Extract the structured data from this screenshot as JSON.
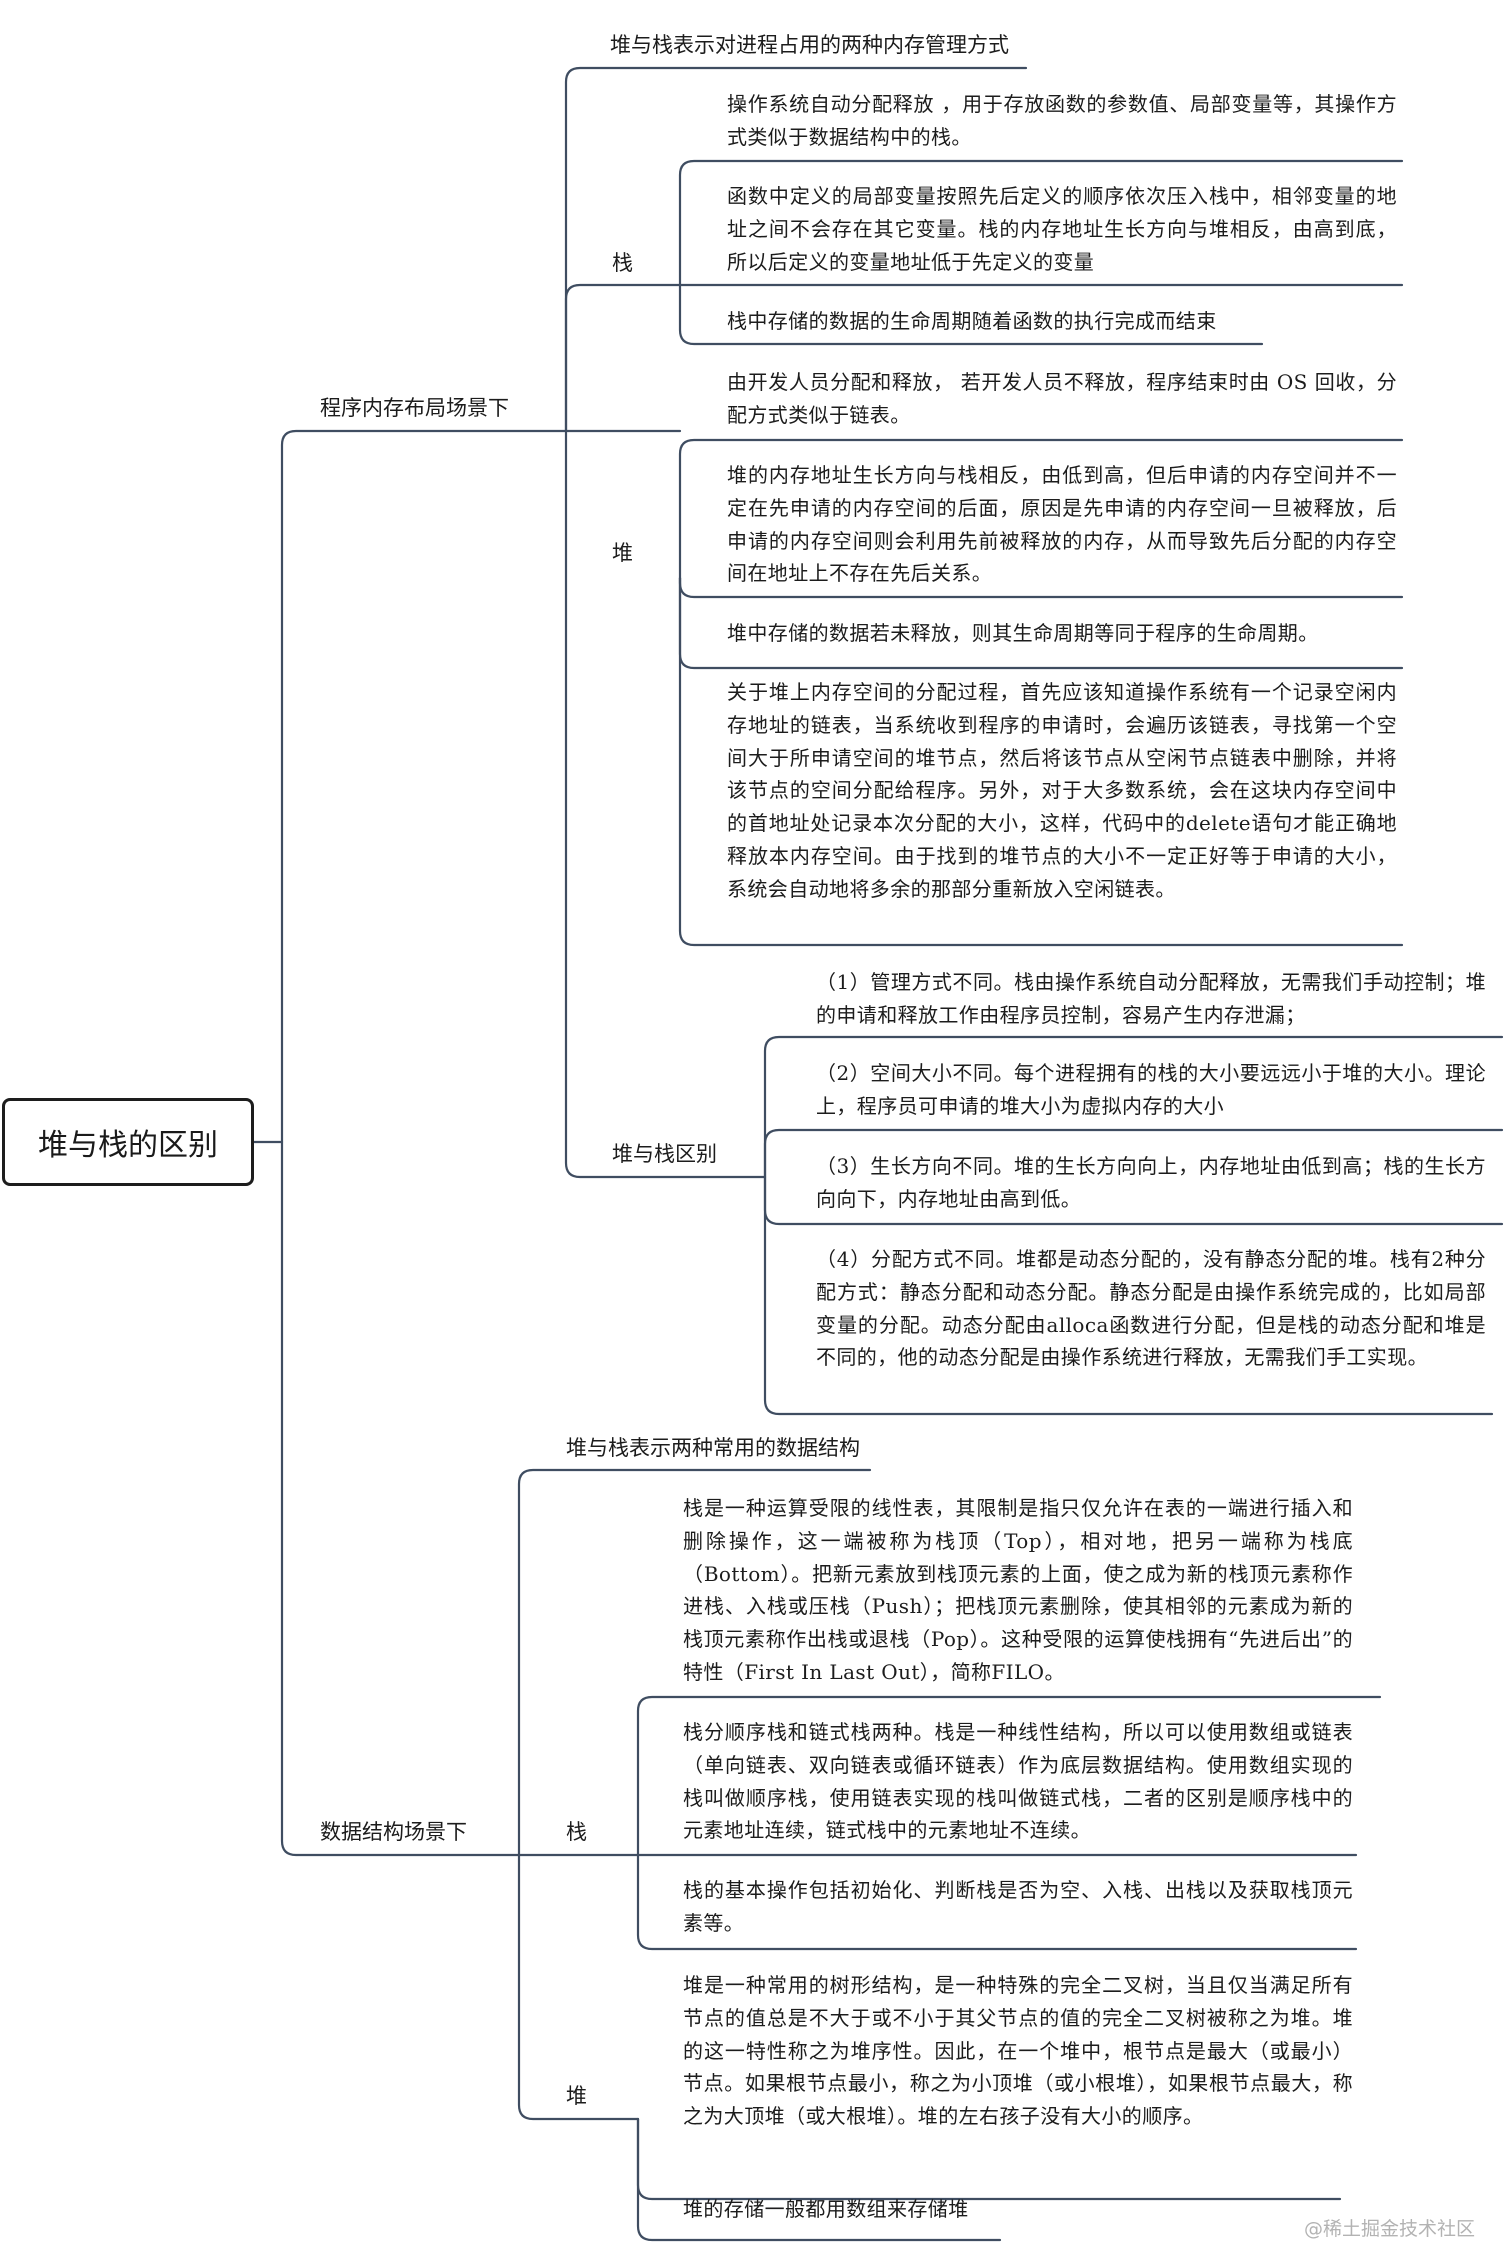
{
  "root": "堆与栈的区别",
  "branches": {
    "memory": {
      "label": "程序内存布局场景下",
      "intro": "堆与栈表示对进程占用的两种内存管理方式",
      "stack": {
        "label": "栈",
        "items": [
          "操作系统自动分配释放 ，用于存放函数的参数值、局部变量等，其操作方式类似于数据结构中的栈。",
          "函数中定义的局部变量按照先后定义的顺序依次压入栈中，相邻变量的地址之间不会存在其它变量。栈的内存地址生长方向与堆相反，由高到底，所以后定义的变量地址低于先定义的变量",
          "栈中存储的数据的生命周期随着函数的执行完成而结束"
        ]
      },
      "heap": {
        "label": "堆",
        "items": [
          "由开发人员分配和释放， 若开发人员不释放，程序结束时由 OS 回收，分配方式类似于链表。",
          "堆的内存地址生长方向与栈相反，由低到高，但后申请的内存空间并不一定在先申请的内存空间的后面，原因是先申请的内存空间一旦被释放，后申请的内存空间则会利用先前被释放的内存，从而导致先后分配的内存空间在地址上不存在先后关系。",
          "堆中存储的数据若未释放，则其生命周期等同于程序的生命周期。",
          "关于堆上内存空间的分配过程，首先应该知道操作系统有一个记录空闲内存地址的链表，当系统收到程序的申请时，会遍历该链表，寻找第一个空间大于所申请空间的堆节点，然后将该节点从空闲节点链表中删除，并将该节点的空间分配给程序。另外，对于大多数系统，会在这块内存空间中的首地址处记录本次分配的大小，这样，代码中的delete语句才能正确地释放本内存空间。由于找到的堆节点的大小不一定正好等于申请的大小，系统会自动地将多余的那部分重新放入空闲链表。"
        ]
      },
      "diff": {
        "label": "堆与栈区别",
        "items": [
          "（1）管理方式不同。栈由操作系统自动分配释放，无需我们手动控制；堆的申请和释放工作由程序员控制，容易产生内存泄漏；",
          "（2）空间大小不同。每个进程拥有的栈的大小要远远小于堆的大小。理论上，程序员可申请的堆大小为虚拟内存的大小",
          "（3）生长方向不同。堆的生长方向向上，内存地址由低到高；栈的生长方向向下，内存地址由高到低。",
          "（4）分配方式不同。堆都是动态分配的，没有静态分配的堆。栈有2种分配方式：静态分配和动态分配。静态分配是由操作系统完成的，比如局部变量的分配。动态分配由alloca函数进行分配，但是栈的动态分配和堆是不同的，他的动态分配是由操作系统进行释放，无需我们手工实现。"
        ]
      }
    },
    "ds": {
      "label": "数据结构场景下",
      "intro": "堆与栈表示两种常用的数据结构",
      "stack": {
        "label": "栈",
        "items": [
          "栈是一种运算受限的线性表，其限制是指只仅允许在表的一端进行插入和删除操作，这一端被称为栈顶（Top），相对地，把另一端称为栈底（Bottom）。把新元素放到栈顶元素的上面，使之成为新的栈顶元素称作进栈、入栈或压栈（Push）；把栈顶元素删除，使其相邻的元素成为新的栈顶元素称作出栈或退栈（Pop）。这种受限的运算使栈拥有“先进后出”的特性（First In Last Out），简称FILO。",
          "栈分顺序栈和链式栈两种。栈是一种线性结构，所以可以使用数组或链表（单向链表、双向链表或循环链表）作为底层数据结构。使用数组实现的栈叫做顺序栈，使用链表实现的栈叫做链式栈，二者的区别是顺序栈中的元素地址连续，链式栈中的元素地址不连续。",
          "栈的基本操作包括初始化、判断栈是否为空、入栈、出栈以及获取栈顶元素等。"
        ]
      },
      "heap": {
        "label": "堆",
        "items": [
          "堆是一种常用的树形结构，是一种特殊的完全二叉树，当且仅当满足所有节点的值总是不大于或不小于其父节点的值的完全二叉树被称之为堆。堆的这一特性称之为堆序性。因此，在一个堆中，根节点是最大（或最小）节点。如果根节点最小，称之为小顶堆（或小根堆），如果根节点最大，称之为大顶堆（或大根堆）。堆的左右孩子没有大小的顺序。",
          "堆的存储一般都用数组来存储堆"
        ]
      }
    }
  },
  "watermark": "@稀土掘金技术社区",
  "colors": {
    "line": "#3f4d61",
    "box_border": "#1d1d1d",
    "text": "#1c1c1c",
    "watermark": "#b3b3b3"
  }
}
